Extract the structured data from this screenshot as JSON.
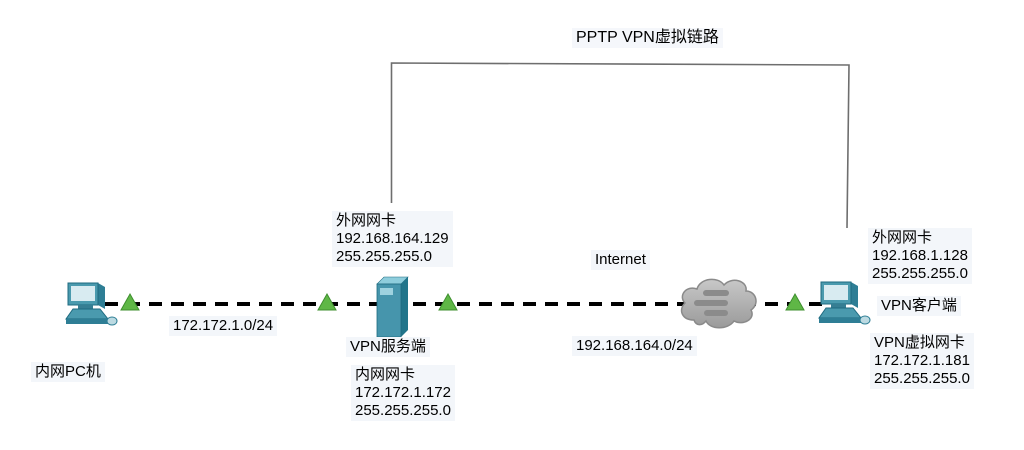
{
  "title": "PPTP VPN虚拟链路",
  "nodes": {
    "intranet_pc": {
      "label": "内网PC机"
    },
    "vpn_server": {
      "label": "VPN服务端",
      "wan_nic": "外网网卡\n192.168.164.129\n255.255.255.0",
      "lan_nic": "内网网卡\n172.172.1.172\n255.255.255.0"
    },
    "internet": {
      "label": "Internet"
    },
    "vpn_client": {
      "label": "VPN客户端",
      "wan_nic": "外网网卡\n192.168.1.128\n255.255.255.0",
      "vpn_nic": "VPN虚拟网卡\n172.172.1.181\n255.255.255.0"
    }
  },
  "links": {
    "lan_subnet_label": "172.172.1.0/24",
    "wan_subnet_label": "192.168.164.0/24"
  },
  "colors": {
    "device_teal": "#4695ac",
    "device_teal_dark": "#21758b",
    "device_teal_light": "#8ecddc",
    "screen_light": "#d8ebf1",
    "link_green": "#5fb746",
    "link_green_dark": "#3f8f2f",
    "cloud_gray": "#ababab",
    "cloud_bar_gray": "#8b8b8b",
    "line_black": "#000000",
    "bracket_gray": "#6e6e6e"
  }
}
